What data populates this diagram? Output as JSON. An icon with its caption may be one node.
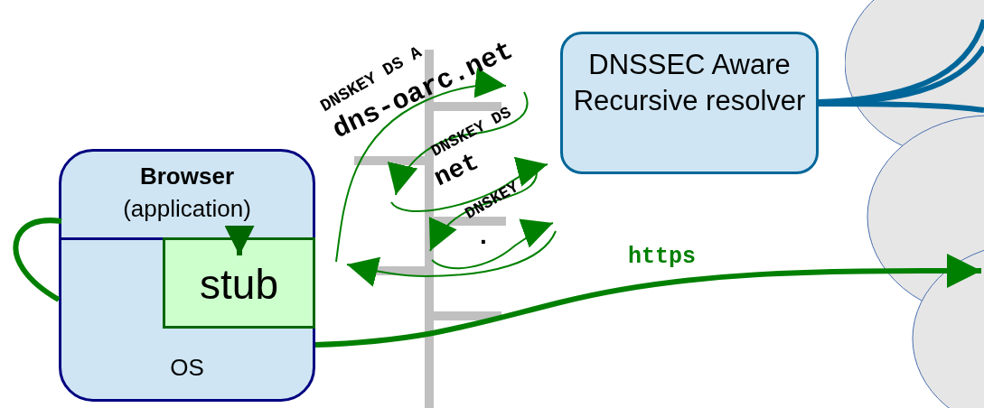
{
  "diagram": {
    "nodes": [
      {
        "text": [
          "OS"
        ]
      },
      {
        "text": [
          "Browser",
          "(application)"
        ],
        "in": 0
      },
      {
        "text": [
          "stub"
        ],
        "in": 0
      },
      {
        "text": [
          "DNSSEC Aware Recursive resolver"
        ]
      },
      {
        "text": [],
        "shape": "cloud"
      }
    ],
    "edges": [
      {
        "from": 1,
        "to": 0,
        "arrow": "none",
        "color": "#008000"
      },
      {
        "from": 1,
        "to": 2,
        "arrow": "to",
        "color": "#006600"
      },
      {
        "from": 0,
        "to": 4,
        "arrow": "to",
        "label": "https",
        "color": "#008000"
      },
      {
        "from": 3,
        "to": 4,
        "arrow": "none"
      },
      {
        "from": 3,
        "to": 4,
        "arrow": "none"
      },
      {
        "from": 3,
        "to": 4,
        "arrow": "none"
      }
    ],
    "labels": [
      "DNSKEY DS A",
      "dns-oarc.net",
      "DNSKEY DS",
      "net",
      "DNSKEY",
      "."
    ]
  }
}
